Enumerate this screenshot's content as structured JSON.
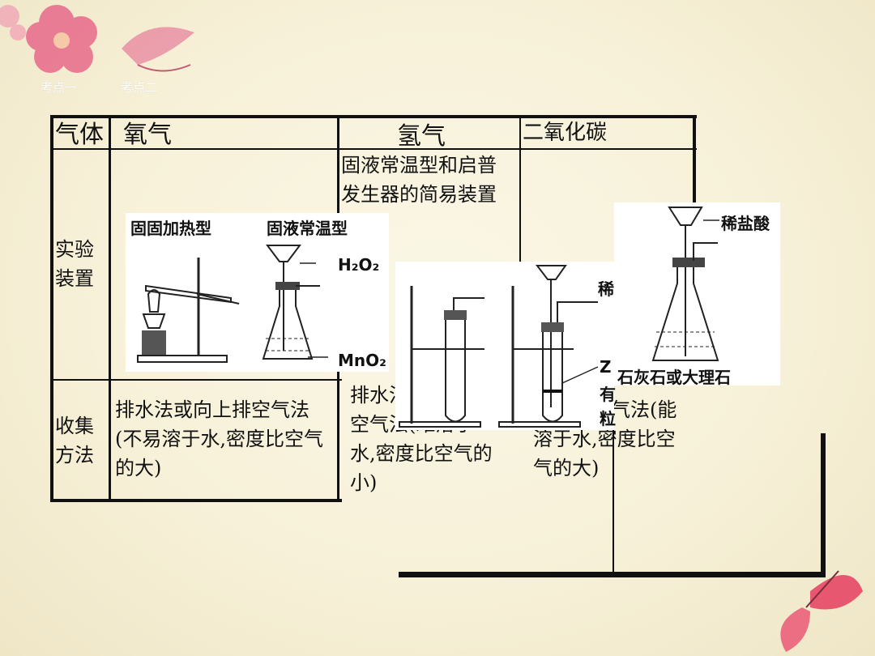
{
  "nav": {
    "tab1": "考点一",
    "tab2": "考点二"
  },
  "table": {
    "header": {
      "col0": "气体",
      "col1": "氧气",
      "col2": "氢气",
      "col3": "二氧化碳"
    },
    "row_apparatus": {
      "label": "实验装置",
      "hydrogen_note": "固液常温型和启普发生器的简易装置"
    },
    "row_collection": {
      "label": "收集方法",
      "oxygen": "排水法或向上排空气法(不易溶于水,密度比空气的大)",
      "hydrogen": "排水法或向下排空气法(难溶于水,密度比空气的小)",
      "co2": "向上排空气法(能溶于水,密度比空气的大)"
    }
  },
  "figures": {
    "o2_left_title": "固固加热型",
    "o2_right_title": "固液常温型",
    "h2o2_label": "H₂O₂",
    "mno2_label": "MnO₂",
    "h2_acid_label": "稀",
    "h2_zn_label": "Z",
    "h2_label2": "有",
    "h2_label3": "粒",
    "co2_acid_label": "稀盐酸",
    "co2_solid_label": "石灰石或大理石"
  }
}
